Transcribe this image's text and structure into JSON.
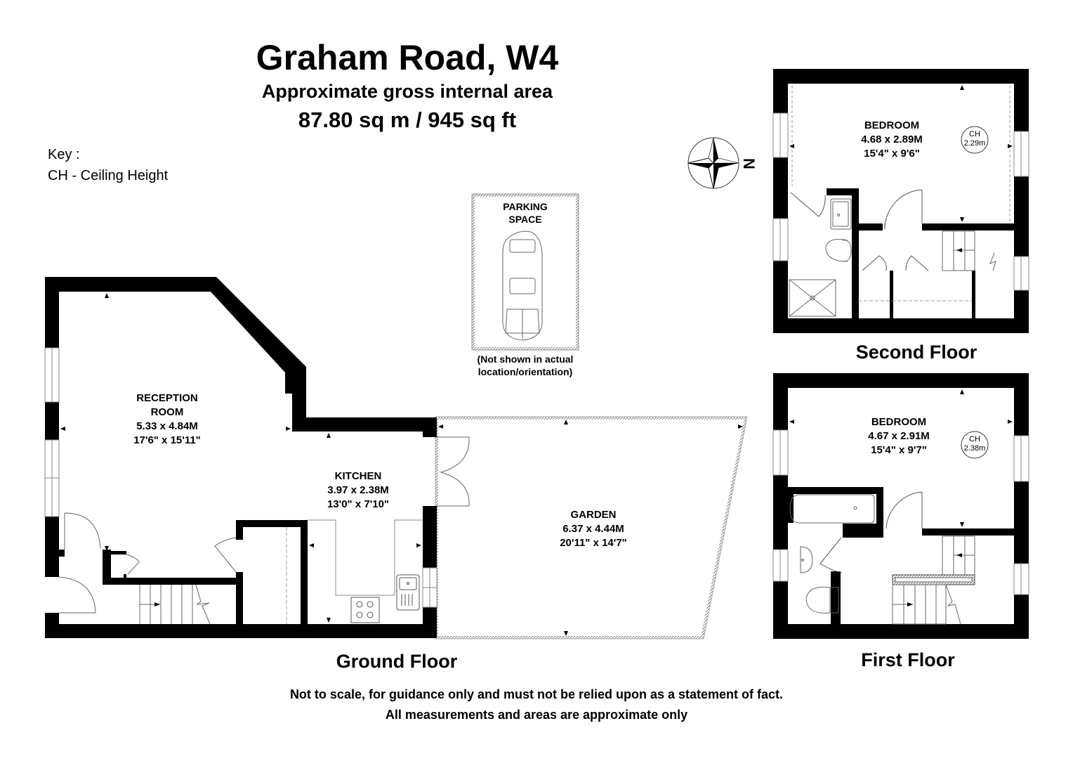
{
  "header": {
    "title": "Graham Road, W4",
    "subtitle": "Approximate gross internal area",
    "area": "87.80 sq m /  945 sq ft"
  },
  "key": {
    "heading": "Key :",
    "entries": [
      "CH - Ceiling Height"
    ]
  },
  "compass": {
    "icon": "compass-rose-icon",
    "north_label": "N"
  },
  "parking": {
    "label_line1": "PARKING",
    "label_line2": "SPACE",
    "note_line1": "(Not shown in actual",
    "note_line2": "location/orientation)",
    "icon": "car-icon"
  },
  "floors": {
    "ground": {
      "label": "Ground Floor",
      "rooms": [
        {
          "name_line1": "RECEPTION",
          "name_line2": "ROOM",
          "metric": "5.33 x 4.84M",
          "imperial": "17'6\" x 15'11\""
        },
        {
          "name_line1": "KITCHEN",
          "metric": "3.97 x 2.38M",
          "imperial": "13'0\" x 7'10\""
        },
        {
          "name_line1": "GARDEN",
          "metric": "6.37 x 4.44M",
          "imperial": "20'11\" x 14'7\""
        }
      ]
    },
    "first": {
      "label": "First Floor",
      "rooms": [
        {
          "name_line1": "BEDROOM",
          "metric": "4.67 x 2.91M",
          "imperial": "15'4\" x 9'7\"",
          "ch_label": "CH",
          "ch_value": "2.38m"
        }
      ]
    },
    "second": {
      "label": "Second Floor",
      "rooms": [
        {
          "name_line1": "BEDROOM",
          "metric": "4.68 x 2.89M",
          "imperial": "15'4\" x 9'6\"",
          "ch_label": "CH",
          "ch_value": "2.29m"
        }
      ]
    }
  },
  "footer": {
    "line1": "Not to scale, for guidance only and must not be relied upon as a statement of fact.",
    "line2": "All measurements and areas are approximate only"
  },
  "colors": {
    "wall": "#000000",
    "background": "#ffffff",
    "fixture_line": "#555555"
  }
}
